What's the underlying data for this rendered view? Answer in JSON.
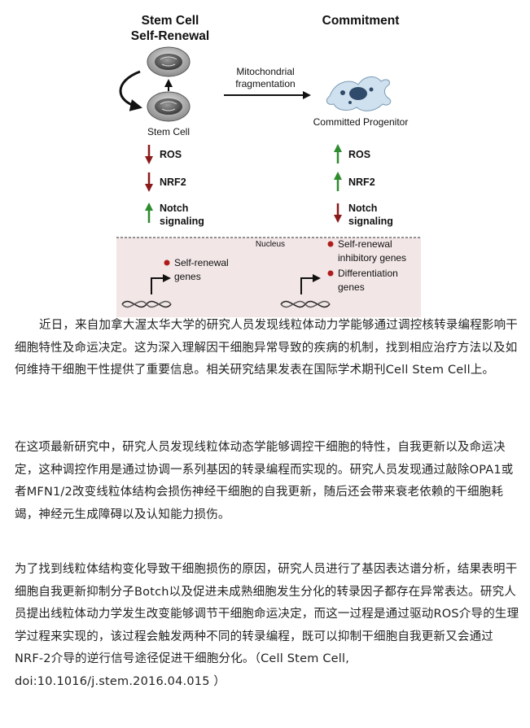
{
  "figure": {
    "left_title_line1": "Stem Cell",
    "left_title_line2": "Self-Renewal",
    "right_title": "Commitment",
    "stem_cell_label": "Stem Cell",
    "arrow_label_line1": "Mitochondrial",
    "arrow_label_line2": "fragmentation",
    "progenitor_label": "Committed Progenitor",
    "left_markers": [
      {
        "direction": "down",
        "label": "ROS"
      },
      {
        "direction": "down",
        "label": "NRF2"
      },
      {
        "direction": "up",
        "label_line1": "Notch",
        "label_line2": "signaling"
      }
    ],
    "right_markers": [
      {
        "direction": "up",
        "label": "ROS"
      },
      {
        "direction": "up",
        "label": "NRF2"
      },
      {
        "direction": "down",
        "label_line1": "Notch",
        "label_line2": "signaling"
      }
    ],
    "nucleus_label": "Nucleus",
    "left_gene_line1": "Self-renewal",
    "left_gene_line2": "genes",
    "right_gene1_line1": "Self-renewal",
    "right_gene1_line2": "inhibitory genes",
    "right_gene2_line1": "Differentiation",
    "right_gene2_line2": "genes",
    "colors": {
      "up_arrow": "#2e8b2e",
      "down_arrow": "#8b1a1a",
      "nucleus_bg": "#f2e6e6",
      "gene_dot": "#b01c1c",
      "progenitor_cell": "#cfe0ee"
    }
  },
  "paragraphs": [
    "近日，来自加拿大渥太华大学的研究人员发现线粒体动力学能够通过调控核转录编程影响干细胞特性及命运决定。这为深入理解因干细胞异常导致的疾病的机制，找到相应治疗方法以及如何维持干细胞干性提供了重要信息。相关研究结果发表在国际学术期刊Cell Stem Cell上。",
    "在这项最新研究中，研究人员发现线粒体动态学能够调控干细胞的特性，自我更新以及命运决定，这种调控作用是通过协调一系列基因的转录编程而实现的。研究人员发现通过敲除OPA1或者MFN1/2改变线粒体结构会损伤神经干细胞的自我更新，随后还会带来衰老依赖的干细胞耗竭，神经元生成障碍以及认知能力损伤。",
    "为了找到线粒体结构变化导致干细胞损伤的原因，研究人员进行了基因表达谱分析，结果表明干细胞自我更新抑制分子Botch以及促进未成熟细胞发生分化的转录因子都存在异常表达。研究人员提出线粒体动力学发生改变能够调节干细胞命运决定，而这一过程是通过驱动ROS介导的生理学过程来实现的，该过程会触发两种不同的转录编程，既可以抑制干细胞自我更新又会通过NRF-2介导的逆行信号途径促进干细胞分化。（Cell Stem Cell, doi:10.1016/j.stem.2016.04.015 ）"
  ]
}
